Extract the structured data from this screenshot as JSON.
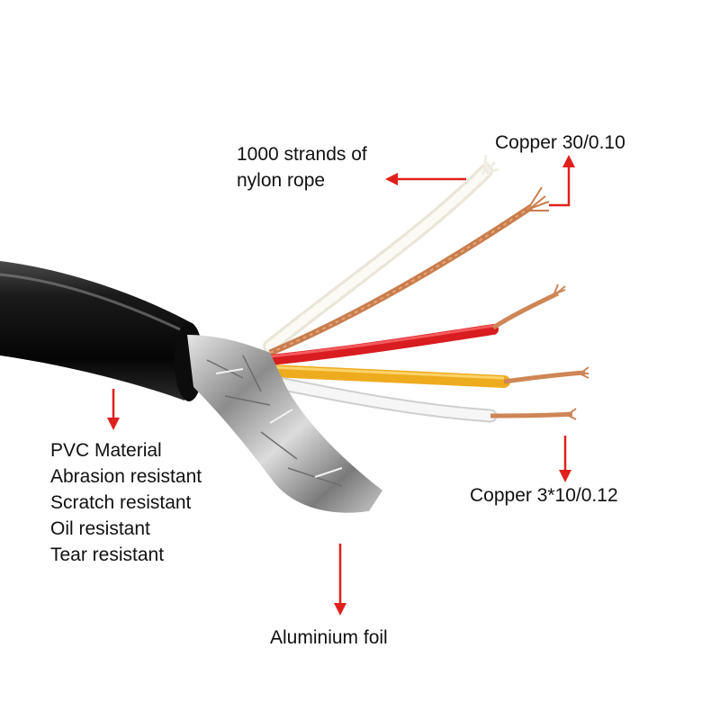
{
  "labels": {
    "nylon": [
      "1000 strands of",
      "nylon rope"
    ],
    "copper_30": "Copper 30/0.10",
    "pvc": [
      "PVC Material",
      "Abrasion resistant",
      "Scratch resistant",
      "Oil resistant",
      "Tear resistant"
    ],
    "copper_3": "Copper 3*10/0.12",
    "foil": "Aluminium foil"
  },
  "colors": {
    "arrow": "#e0201b",
    "cable_jacket": "#111111",
    "copper": "#c87a4a",
    "red_wire": "#e42124",
    "yellow_wire": "#f0b020",
    "white_wire": "#f2f2f2",
    "foil": "#b8b8b8",
    "nylon": "#f3f1ea"
  }
}
